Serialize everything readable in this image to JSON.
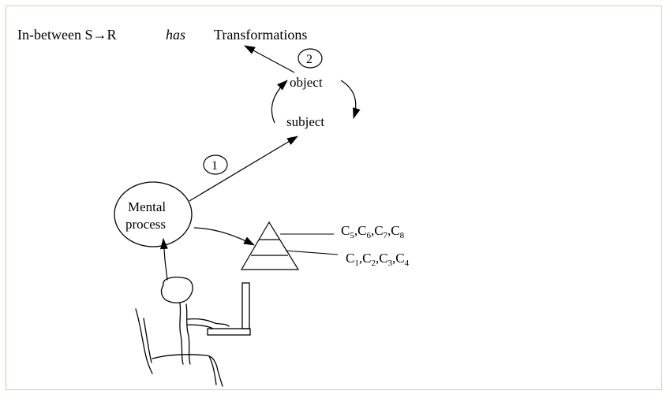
{
  "header": {
    "prefix": "In-between S",
    "arrow_glyph": "→",
    "suffix": "R",
    "verb": "has",
    "target": "Transformations"
  },
  "nodes": {
    "step1": "1",
    "step2": "2",
    "object": "object",
    "subject": "subject",
    "mental_line1": "Mental",
    "mental_line2": "process"
  },
  "levels": {
    "upper": [
      {
        "letter": "C",
        "index": "5",
        "sep": ","
      },
      {
        "letter": "C",
        "index": "6",
        "sep": ","
      },
      {
        "letter": "C",
        "index": "7",
        "sep": ","
      },
      {
        "letter": "C",
        "index": "8",
        "sep": ""
      }
    ],
    "lower": [
      {
        "letter": "C",
        "index": "1",
        "sep": ","
      },
      {
        "letter": "C",
        "index": "2",
        "sep": ","
      },
      {
        "letter": "C",
        "index": "3",
        "sep": ","
      },
      {
        "letter": "C",
        "index": "4",
        "sep": ""
      }
    ]
  },
  "colors": {
    "frame_border": "#d9c9a8",
    "ink": "#000000"
  }
}
